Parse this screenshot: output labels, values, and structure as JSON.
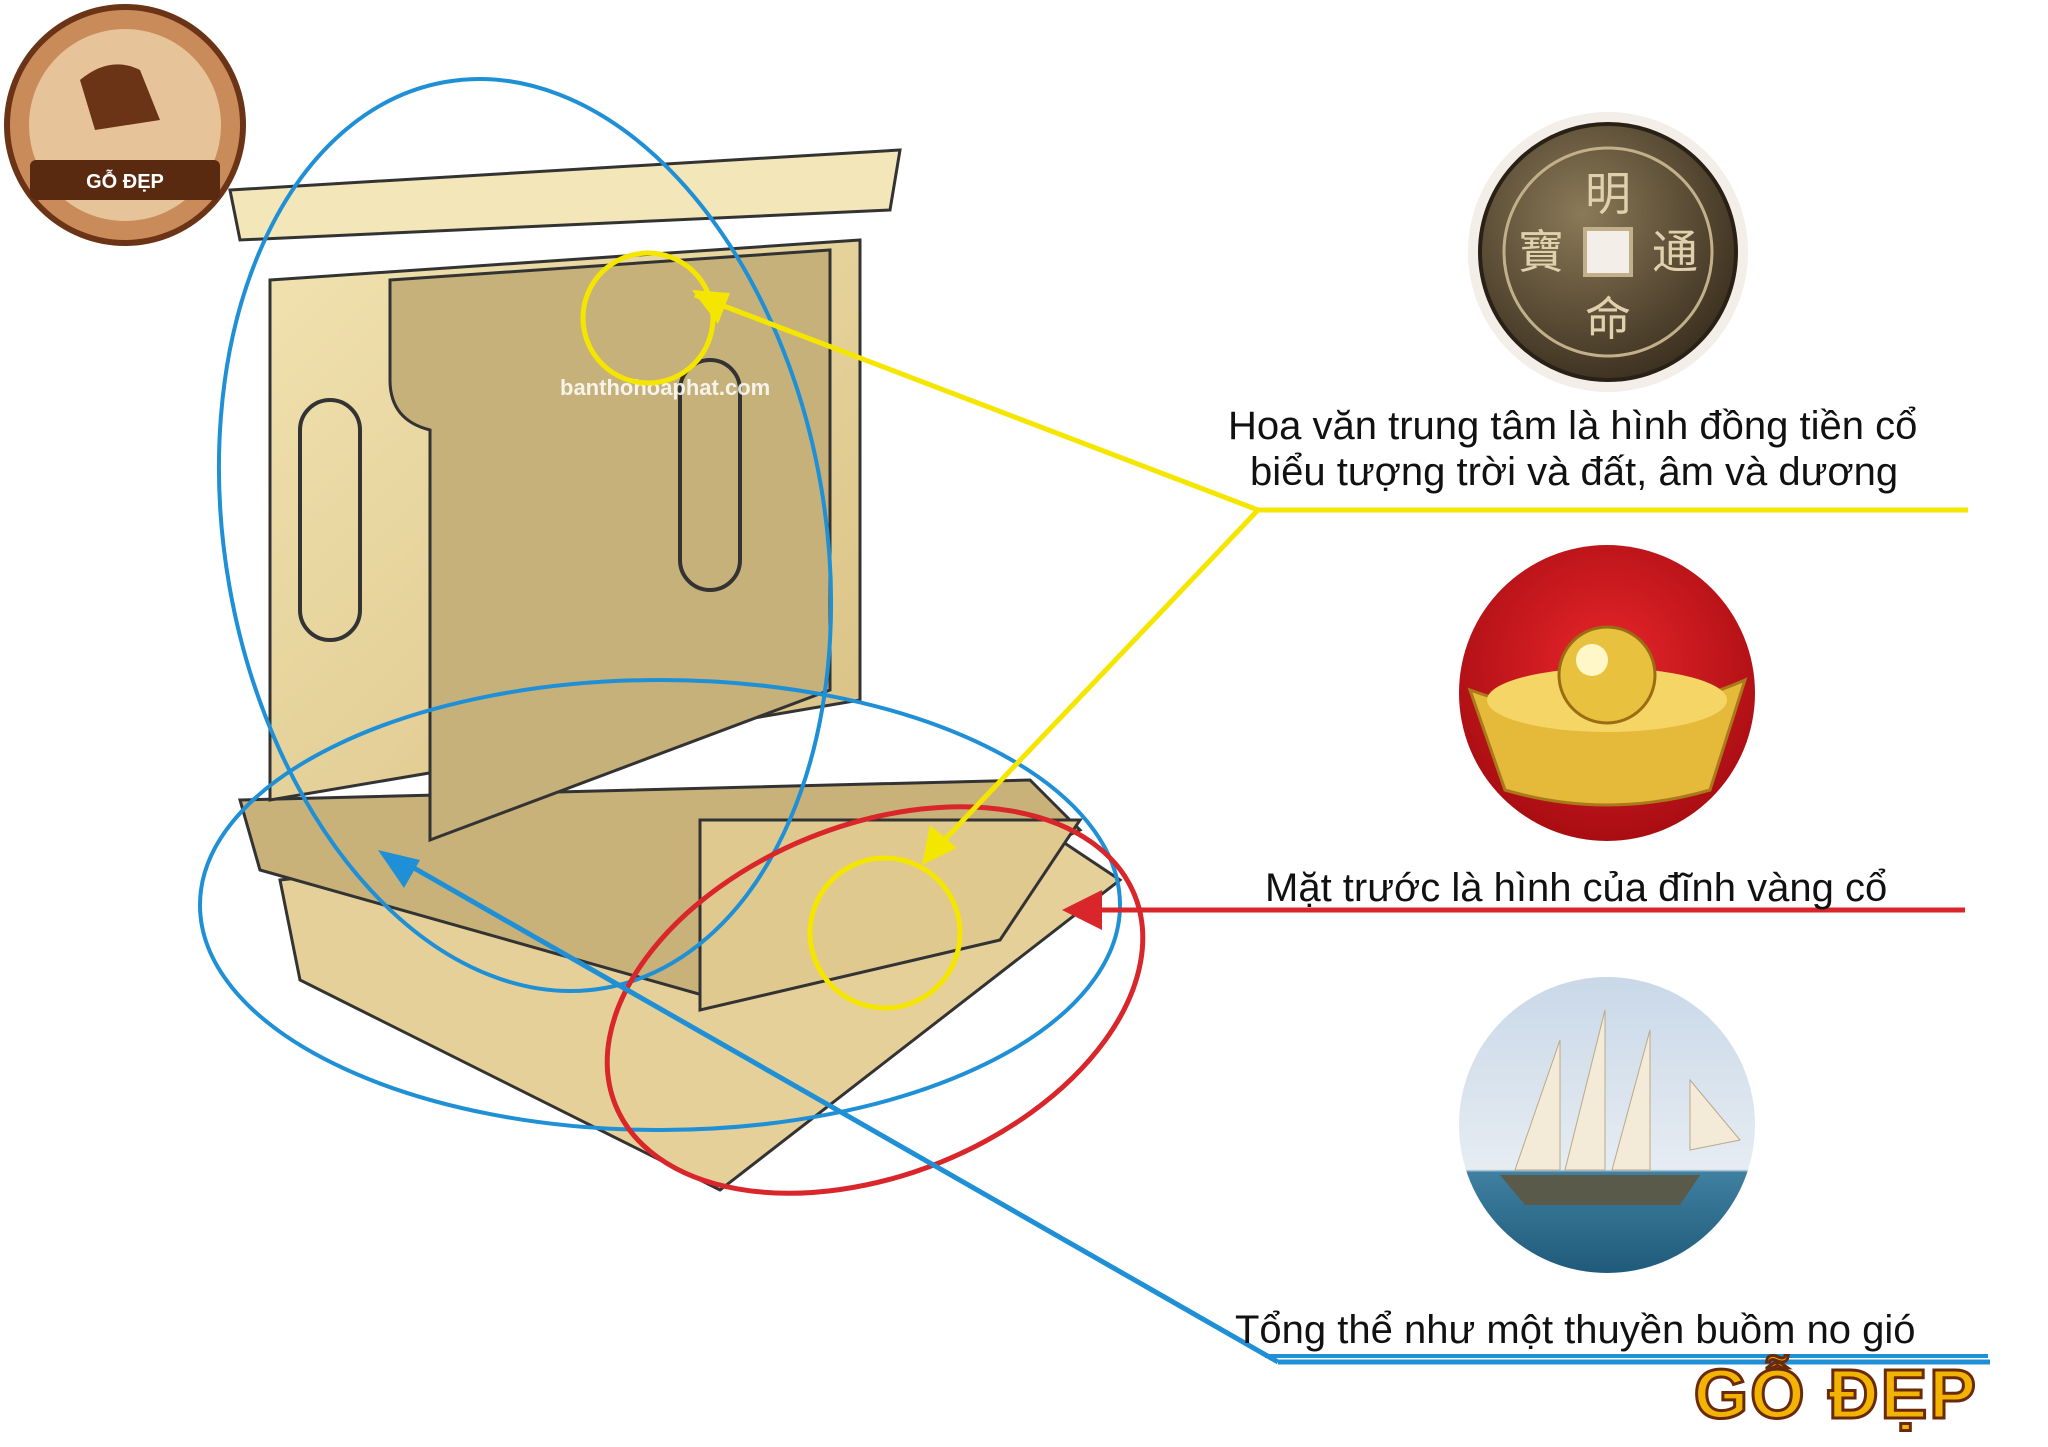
{
  "logo": {
    "text": "GỖ ĐẸP",
    "icon": "carpenter-logo-icon"
  },
  "watermark": "banthohoaphat.com",
  "captions": {
    "coin_line1": "Hoa văn trung tâm là hình đồng tiền cổ",
    "coin_line2": "biểu tượng trời và đất, âm và dương",
    "ingot": "Mặt trước là hình của đĩnh vàng cổ",
    "ship": "Tổng thể như một thuyền buồm no gió"
  },
  "coin_characters": [
    "明",
    "通",
    "命",
    "寶"
  ],
  "brand": "GỖ ĐẸP",
  "colors": {
    "yellow": "#f5e600",
    "red": "#d8262b",
    "blue": "#1f8fd6",
    "wood": "#e8d49a"
  }
}
